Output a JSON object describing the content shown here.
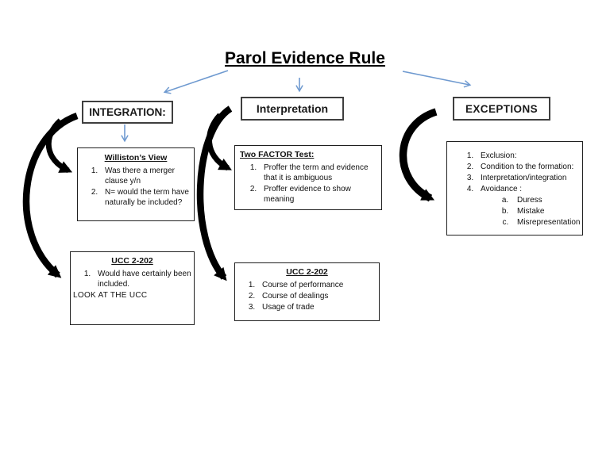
{
  "title": "Parol Evidence Rule",
  "colors": {
    "connector_blue": "#6f9ad0",
    "arrow_black": "#000000",
    "header_border": "#3f3f3f"
  },
  "headers": {
    "integration": "INTEGRATION:",
    "interpretation": "Interpretation",
    "exceptions": "EXCEPTIONS"
  },
  "williston": {
    "title": "Williston’s View",
    "items": [
      "Was there a merger clause y/n",
      "N= would the term have naturally be included?"
    ]
  },
  "two_factor": {
    "title": "Two FACTOR Test:",
    "items": [
      "Proffer the term and evidence that it is ambiguous",
      "Proffer evidence to show meaning"
    ]
  },
  "exceptions_box": {
    "items": [
      "Exclusion:",
      "Condition to the formation:",
      "Interpretation/integration",
      "Avoidance :"
    ],
    "avoidance_sub_items": [
      "Duress",
      "Mistake",
      "Misrepresentation"
    ]
  },
  "ucc_left": {
    "title": "UCC 2-202",
    "items": [
      "Would have certainly been included."
    ],
    "note": "LOOK AT THE UCC"
  },
  "ucc_center": {
    "title": "UCC 2-202",
    "items": [
      "Course of performance",
      "Course of dealings",
      "Usage of trade"
    ]
  }
}
